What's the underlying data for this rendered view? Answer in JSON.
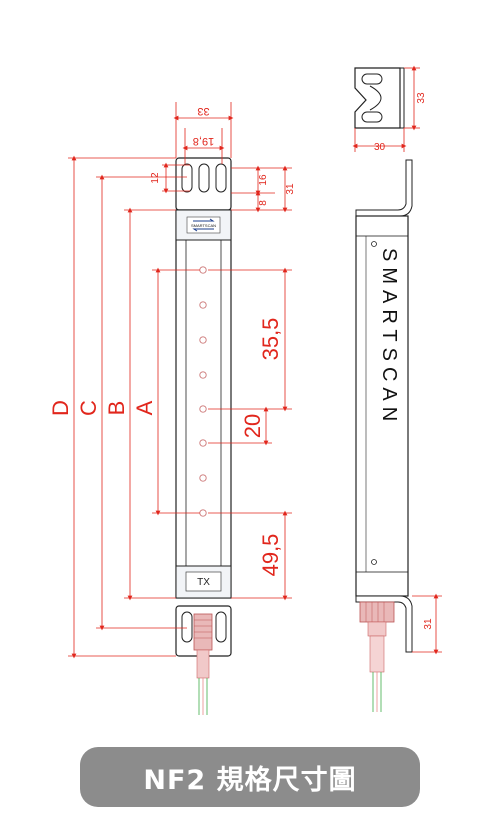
{
  "caption": "NF2 規格尺寸圖",
  "brand": "SMARTSCAN",
  "logo_text": "SMARTSCAN",
  "tx_label": "TX",
  "dimensions": {
    "width_33": "33",
    "slot_19_8": "19,8",
    "d12": "12",
    "d16": "16",
    "d31_top": "31",
    "d8": "8",
    "pitch_35_5": "35,5",
    "pitch_20": "20",
    "d49_5": "49,5",
    "letter_a": "A",
    "letter_b": "B",
    "letter_c": "C",
    "letter_d": "D",
    "bracket_33": "33",
    "bracket_30": "30",
    "side_31": "31"
  },
  "colors": {
    "dimension": "#e1261c",
    "outline": "#222222",
    "caption_bg": "#8c8c8c",
    "cable_green": "#3fae49",
    "cable_red": "#e88a8a"
  }
}
